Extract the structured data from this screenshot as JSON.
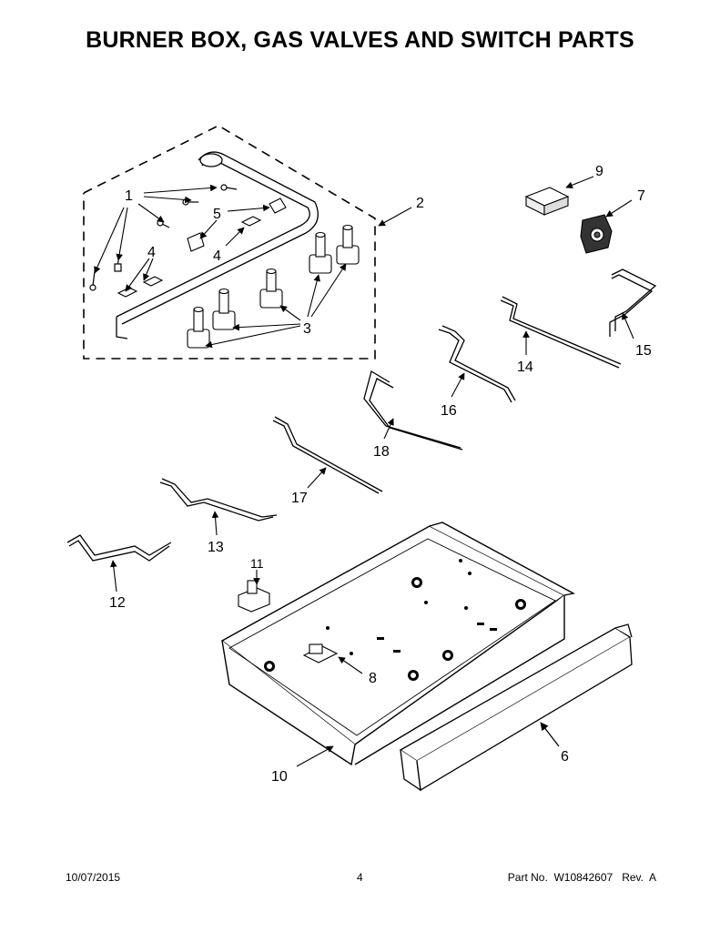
{
  "title": "BURNER BOX, GAS VALVES AND SWITCH PARTS",
  "callouts": [
    "1",
    "2",
    "3",
    "4",
    "4",
    "5",
    "6",
    "7",
    "8",
    "9",
    "10",
    "11",
    "12",
    "13",
    "14",
    "15",
    "16",
    "17",
    "18"
  ],
  "footer": {
    "date": "10/07/2015",
    "page": "4",
    "part": "Part No.  W10842607   Rev.  A"
  }
}
